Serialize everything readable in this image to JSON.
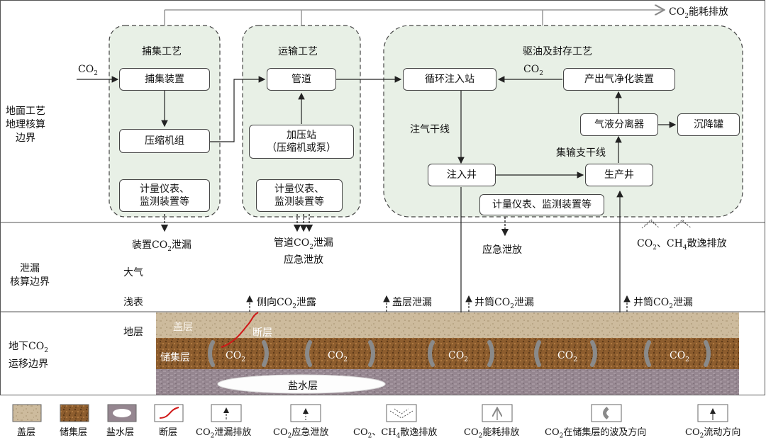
{
  "zones": {
    "surface_label": "地面工艺\n地理核算\n边界",
    "leak_label": "泄漏\n核算边界",
    "underground_label_1": "地下CO",
    "underground_label_sub": "2",
    "underground_label_2": "运移边界"
  },
  "top": {
    "energy_label_pre": "CO",
    "energy_label_sub": "2",
    "energy_label_post": "能耗排放"
  },
  "capture": {
    "title": "捕集工艺",
    "input_pre": "CO",
    "input_sub": "2",
    "device": "捕集装置",
    "compressor": "压缩机组",
    "meter_1": "计量仪表、",
    "meter_2": "监测装置等"
  },
  "transport": {
    "title": "运输工艺",
    "pipeline": "管道",
    "booster_1": "加压站",
    "booster_2": "（压缩机或泵）",
    "meter_1": "计量仪表、",
    "meter_2": "监测装置等"
  },
  "eor": {
    "title": "驱油及封存工艺",
    "recycle_station": "循环注入站",
    "purification": "产出气净化装置",
    "co2_pre": "CO",
    "co2_sub": "2",
    "separator": "气液分离器",
    "settling_tank": "沉降罐",
    "injection_line": "注气干线",
    "gathering_line": "集输支干线",
    "injection_well": "注入井",
    "production_well": "生产井",
    "meter": "计量仪表、监测装置等"
  },
  "leaks": {
    "device_pre": "装置CO",
    "device_sub": "2",
    "device_post": "泄漏",
    "pipe_pre": "管道CO",
    "pipe_sub": "2",
    "pipe_post": "泄漏",
    "pipe_line2": "应急泄放",
    "emergency": "应急泄放",
    "fugitive_pre": "CO",
    "fugitive_sub": "2",
    "fugitive_mid": "、CH",
    "fugitive_sub2": "4",
    "fugitive_post": "散逸排放",
    "atmosphere": "大气",
    "shallow": "浅表",
    "lateral_pre": "侧向CO",
    "lateral_sub": "2",
    "lateral_post": "泄露",
    "caprock_leak": "盖层泄漏",
    "wellbore1_pre": "井筒CO",
    "wellbore1_sub": "2",
    "wellbore1_post": "泄漏",
    "wellbore2_pre": "井筒CO",
    "wellbore2_sub": "2",
    "wellbore2_post": "泄漏"
  },
  "strata": {
    "formation": "地层",
    "caprock": "盖层",
    "fault": "断层",
    "reservoir": "储集层",
    "brine": "盐水层",
    "co2_pre": "CO",
    "co2_sub": "2"
  },
  "legend": {
    "caprock": "盖层",
    "reservoir": "储集层",
    "brine": "盐水层",
    "fault": "断层",
    "leak_pre": "CO",
    "leak_sub": "2",
    "leak_post": "泄漏排放",
    "emerg_pre": "CO",
    "emerg_sub": "2",
    "emerg_post": "应急泄放",
    "fug_pre": "CO",
    "fug_sub": "2",
    "fug_mid": "、CH",
    "fug_sub2": "4",
    "fug_post": "散逸排放",
    "energy_pre": "CO",
    "energy_sub": "2",
    "energy_post": "能耗排放",
    "sweep_pre": "CO",
    "sweep_sub": "2",
    "sweep_post": "在储集层的波及方向",
    "flow_pre": "CO",
    "flow_sub": "2",
    "flow_post": "流动方向"
  },
  "colors": {
    "zone_fill": "#e8f0e6",
    "caprock": "#c9b79a",
    "reservoir": "#8a5a2c",
    "brine": "#8f7f86",
    "fault": "#d01818",
    "sweep": "#8a8a8a"
  }
}
